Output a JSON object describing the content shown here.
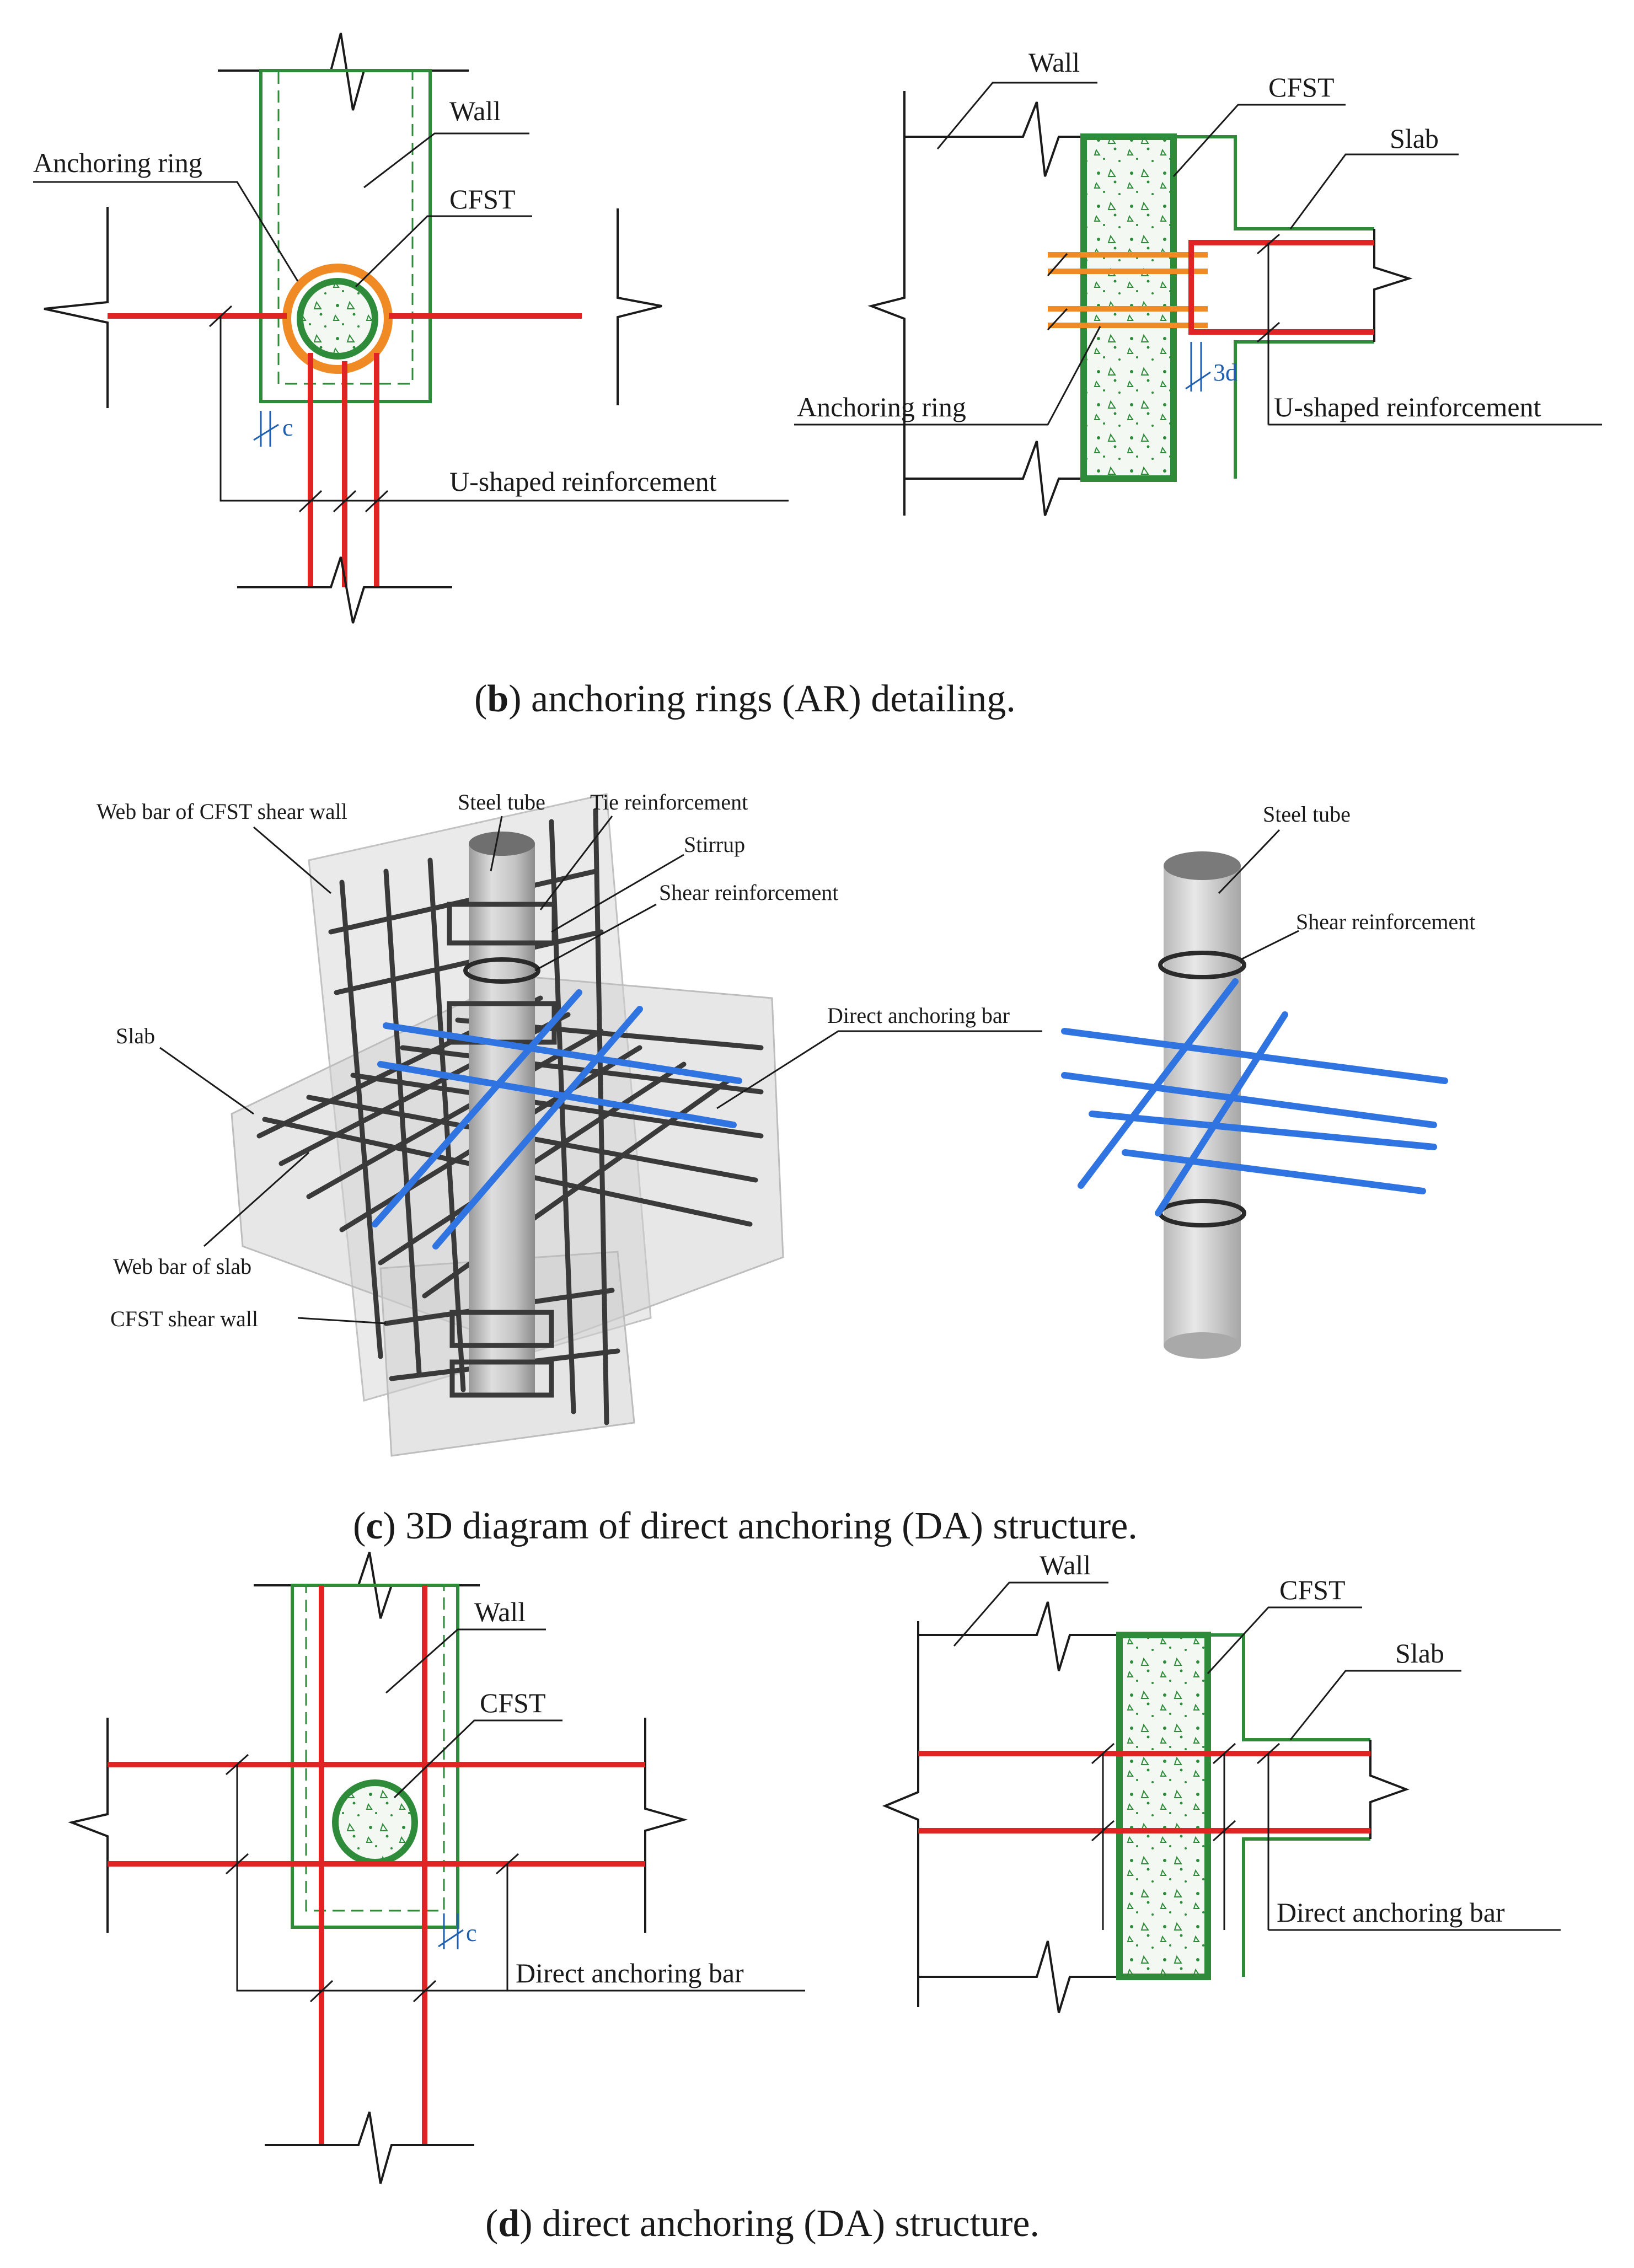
{
  "panel_b": {
    "plan": {
      "wall": "Wall",
      "anchoring_ring": "Anchoring ring",
      "cfst": "CFST",
      "dim_c": "c",
      "u_shaped": "U-shaped reinforcement"
    },
    "section": {
      "wall": "Wall",
      "cfst": "CFST",
      "slab": "Slab",
      "dim_3d": "3d",
      "anchoring_ring": "Anchoring ring",
      "u_shaped": "U-shaped reinforcement"
    },
    "caption": {
      "letter": "b",
      "text": ") anchoring rings (AR) detailing."
    }
  },
  "panel_c": {
    "left": {
      "web_bar_wall": "Web bar of CFST shear wall",
      "steel_tube": "Steel tube",
      "tie_reinforcement": "Tie reinforcement",
      "stirrup": "Stirrup",
      "shear_reinforcement": "Shear reinforcement",
      "slab": "Slab",
      "web_bar_slab": "Web bar of slab",
      "cfst_shear_wall": "CFST shear wall"
    },
    "right": {
      "steel_tube": "Steel tube",
      "shear_reinforcement": "Shear reinforcement",
      "direct_anchoring_bar": "Direct anchoring bar"
    },
    "caption": {
      "letter": "c",
      "text": ") 3D diagram of direct anchoring (DA) structure."
    }
  },
  "panel_d": {
    "plan": {
      "wall": "Wall",
      "cfst": "CFST",
      "dim_c": "c",
      "direct_anchoring_bar": "Direct anchoring bar"
    },
    "section": {
      "wall": "Wall",
      "cfst": "CFST",
      "slab": "Slab",
      "direct_anchoring_bar": "Direct anchoring bar"
    },
    "caption": {
      "letter": "d",
      "text": ") direct anchoring (DA) structure."
    }
  },
  "colors": {
    "concrete_outline": "#2e8b3a",
    "reinforcement": "#e02424",
    "anchoring_ring": "#f08a24",
    "direct_anchoring_bar_3d": "#2f74e0",
    "rebar_3d": "#3a3a3a",
    "dimension": "#1f5fb0"
  }
}
